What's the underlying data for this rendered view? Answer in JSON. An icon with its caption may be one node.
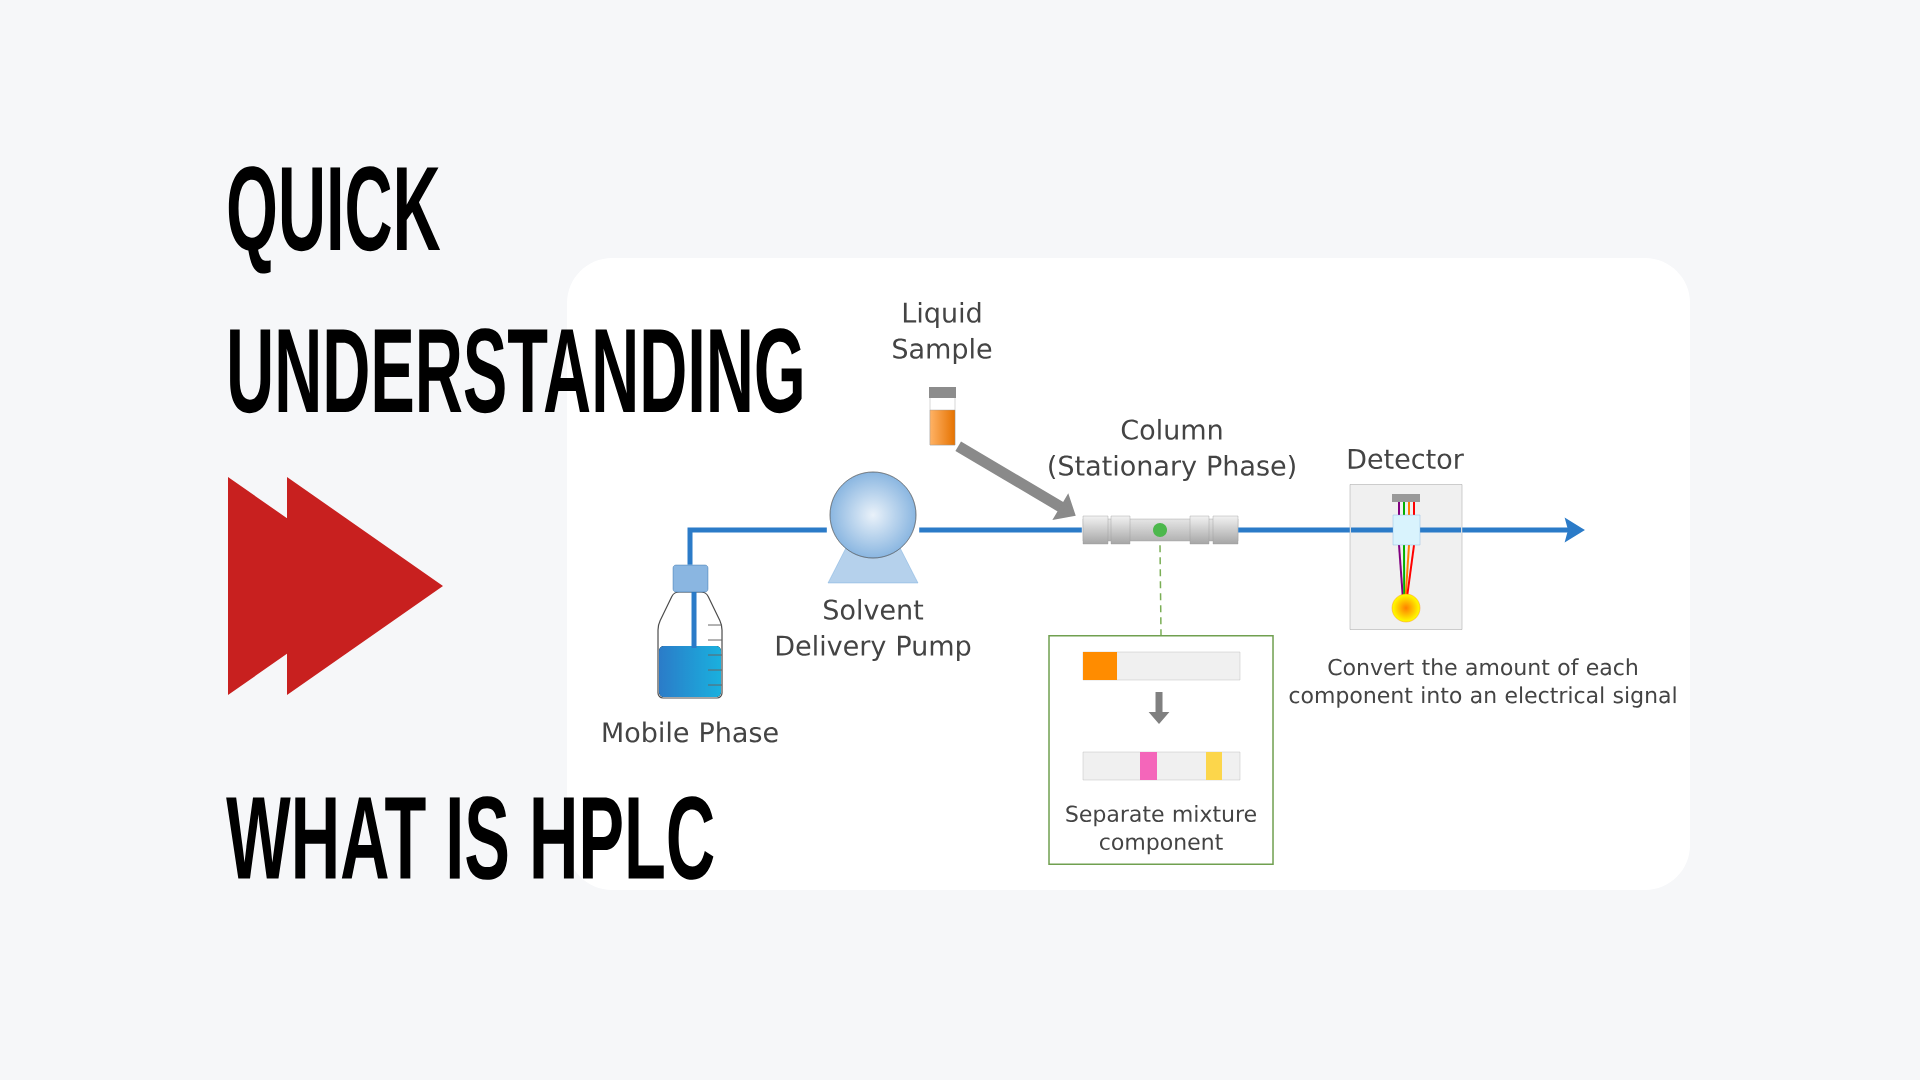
{
  "diagram": {
    "title": "QUICK UNDERSTANDING",
    "nodes": [
      {
        "text": [],
        "shape": "picture",
        "beside": [
          "Mobile Phase"
        ]
      },
      {
        "text": [],
        "shape": "picture",
        "beside": [
          "Solvent Delivery Pump"
        ]
      },
      {
        "text": [],
        "shape": "picture",
        "beside": [
          "Liquid Sample"
        ]
      },
      {
        "text": [],
        "shape": "picture",
        "beside": [
          "Column (Stationary Phase)"
        ]
      },
      {
        "text": [
          "Detector"
        ],
        "beside": [
          "Convert the amount of each component into an electrical signal"
        ]
      },
      {
        "text": [
          "Separate mixture component"
        ]
      }
    ],
    "edges": [
      {
        "from": 0,
        "to": 1,
        "arrow": "none"
      },
      {
        "from": 1,
        "to": 3,
        "arrow": "none"
      },
      {
        "from": 2,
        "to": 3,
        "arrow": "to",
        "style": "thick",
        "color": "#8a8a8a"
      },
      {
        "from": 3,
        "to": 4,
        "arrow": "none"
      },
      {
        "from": 4,
        "to": null,
        "arrow": "to"
      },
      {
        "from": 3,
        "to": 5,
        "arrow": "none",
        "style": "dashed",
        "color": "#7aae55"
      }
    ],
    "labels": [
      "WHAT IS HPLC"
    ]
  }
}
